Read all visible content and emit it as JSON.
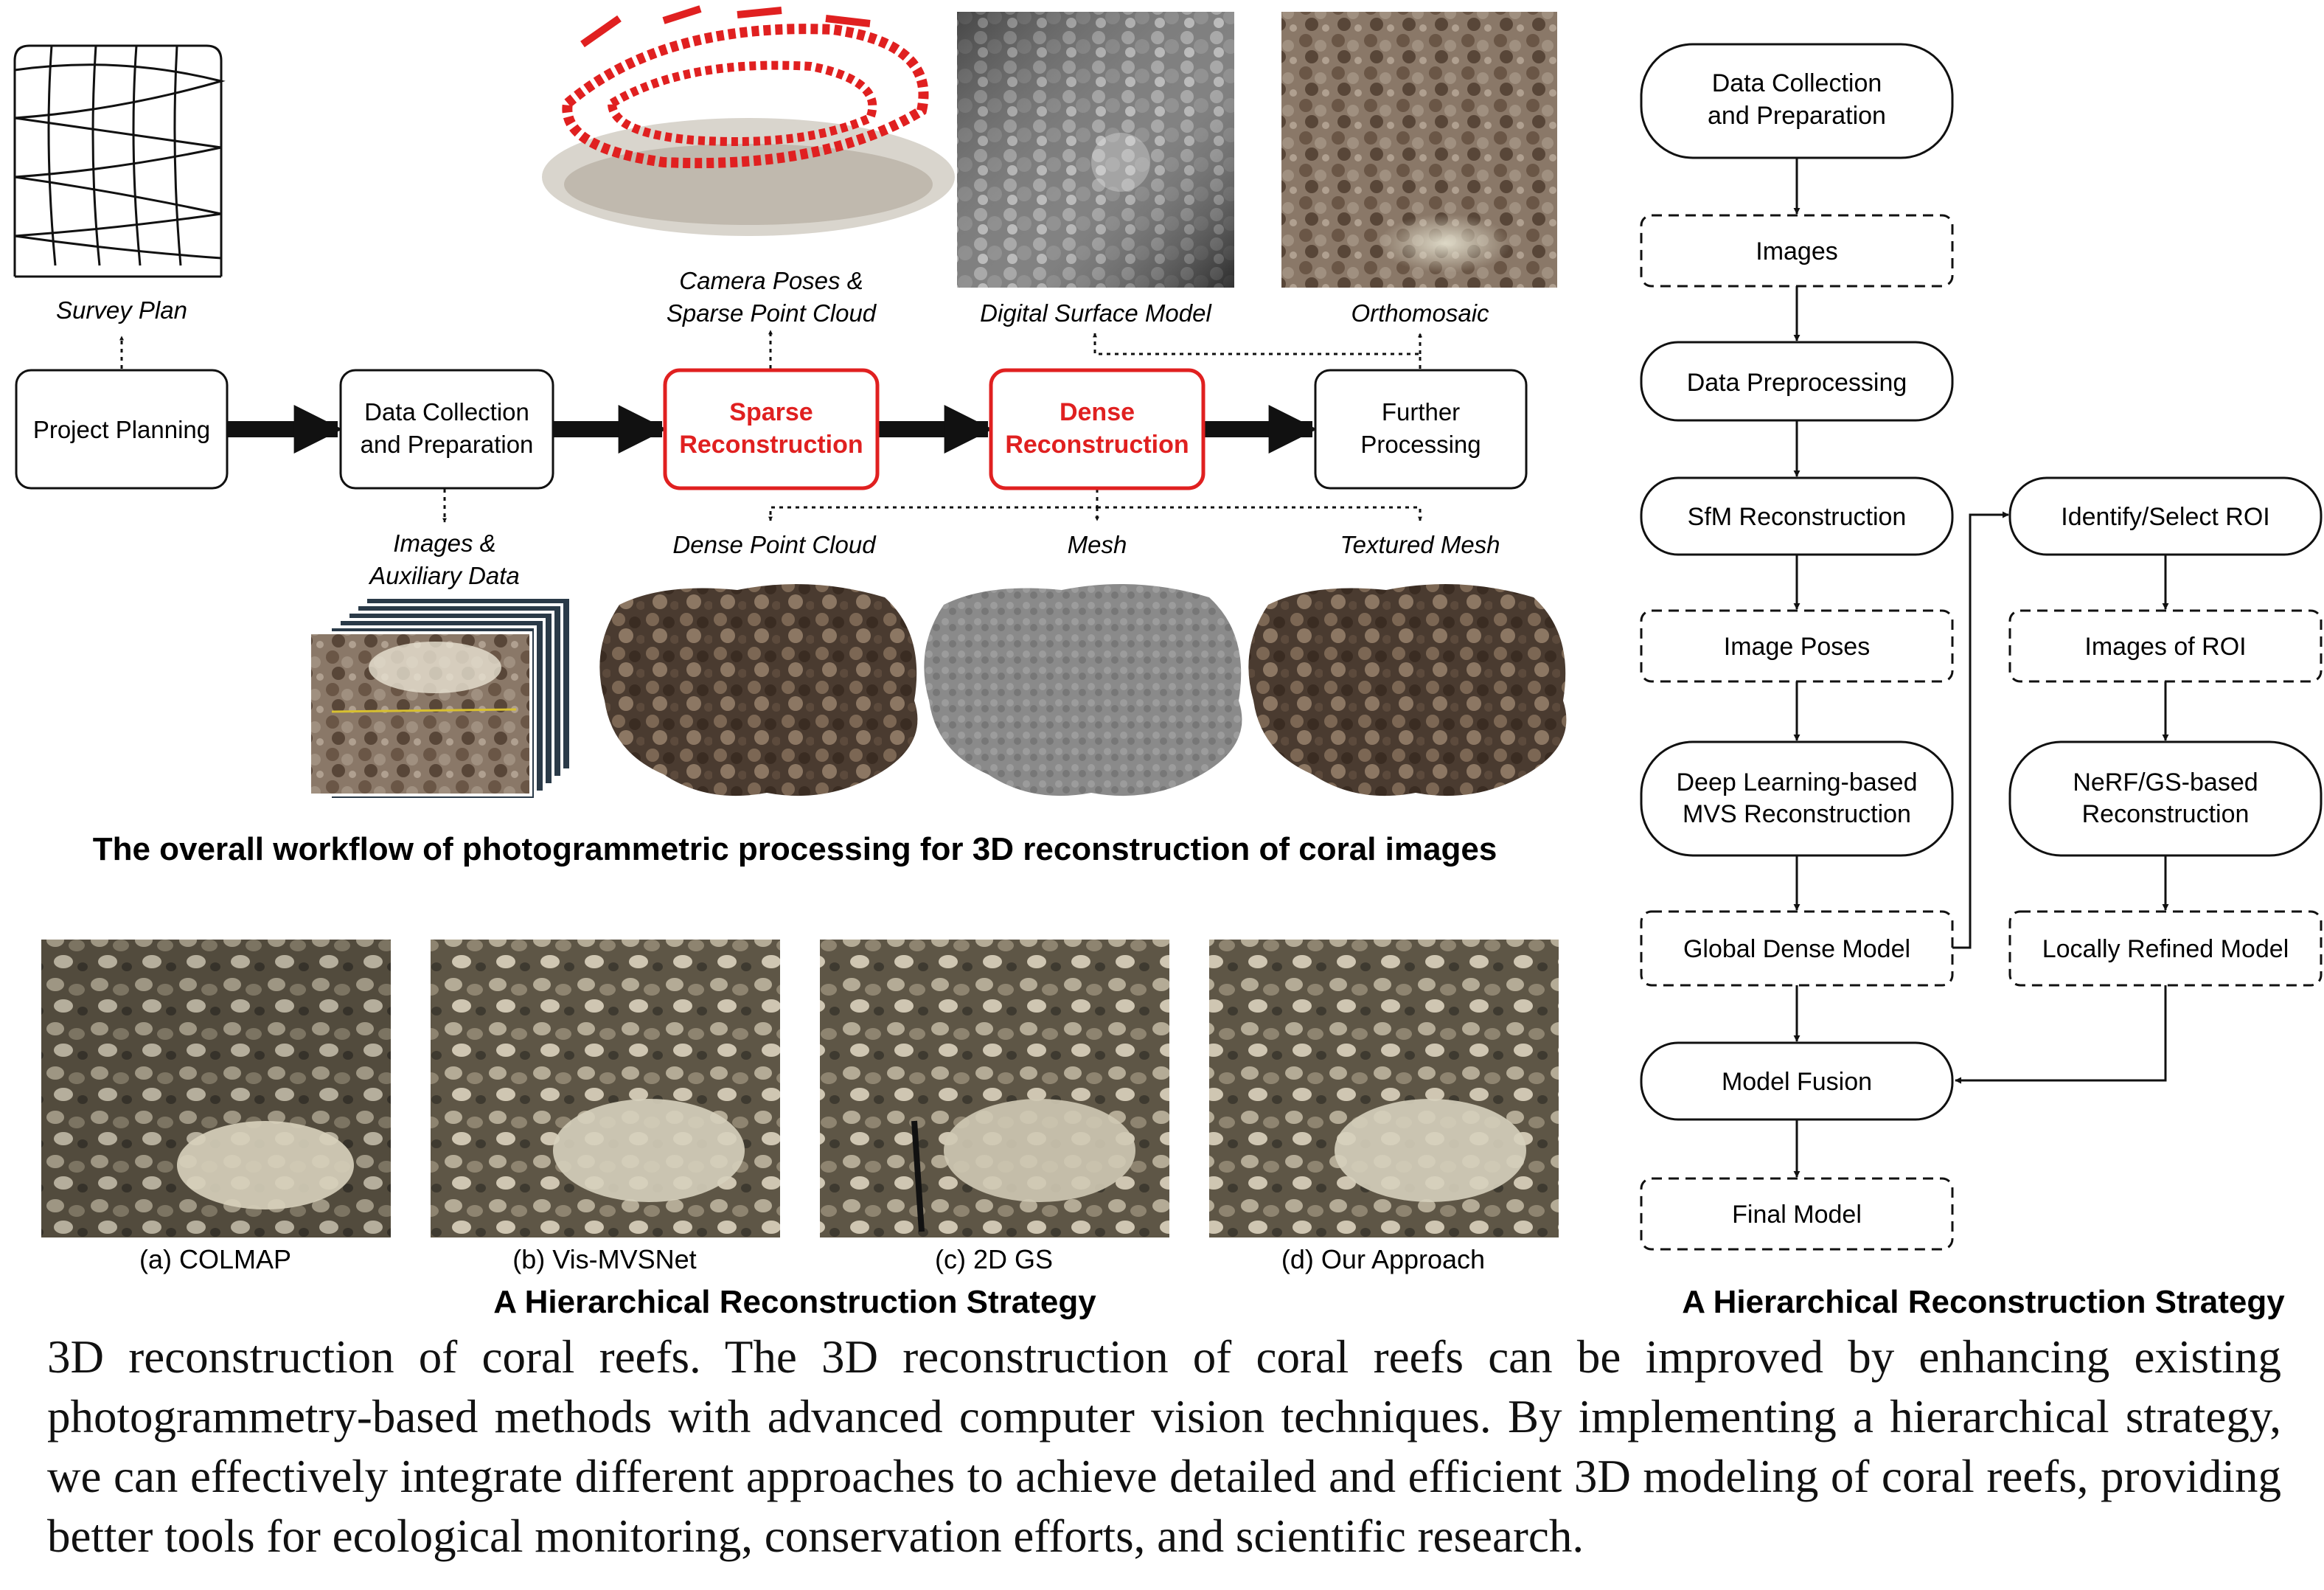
{
  "workflow": {
    "boxes": {
      "project_planning": "Project Planning",
      "data_collection": [
        "Data Collection",
        "and Preparation"
      ],
      "sparse": [
        "Sparse",
        "Reconstruction"
      ],
      "dense": [
        "Dense",
        "Reconstruction"
      ],
      "further": [
        "Further",
        "Processing"
      ]
    },
    "outputs": {
      "survey_plan": "Survey Plan",
      "images_aux": [
        "Images &",
        "Auxiliary Data"
      ],
      "camera_poses": [
        "Camera Poses &",
        "Sparse Point Cloud"
      ],
      "dense_point_cloud": "Dense Point Cloud",
      "dsm": "Digital Surface Model",
      "mesh": "Mesh",
      "orthomosaic": "Orthomosaic",
      "textured_mesh": "Textured Mesh"
    },
    "title": "The overall workflow of photogrammetric processing for 3D reconstruction of coral images"
  },
  "comparison": {
    "labels": [
      "(a) COLMAP",
      "(b) Vis-MVSNet",
      "(c) 2D GS",
      "(d) Our Approach"
    ],
    "title": "A Hierarchical Reconstruction Strategy"
  },
  "flowchart": {
    "main": {
      "data_collection": [
        "Data Collection",
        "and Preparation"
      ],
      "images": "Images",
      "preprocessing": "Data Preprocessing",
      "sfm": "SfM Reconstruction",
      "image_poses": "Image Poses",
      "mvs": [
        "Deep Learning-based",
        "MVS Reconstruction"
      ],
      "global_dense": "Global Dense Model",
      "fusion": "Model Fusion",
      "final": "Final Model"
    },
    "side": {
      "roi": "Identify/Select ROI",
      "images_roi": "Images of ROI",
      "nerf": [
        "NeRF/GS-based",
        "Reconstruction"
      ],
      "local_model": "Locally Refined Model"
    },
    "title": "A Hierarchical Reconstruction Strategy"
  },
  "caption": "3D reconstruction of coral reefs. The 3D reconstruction of coral reefs can be improved by enhancing existing photogrammetry-based methods with advanced computer vision techniques. By implementing a hierarchical strategy, we can effectively integrate different approaches to achieve detailed and efficient 3D modeling of coral reefs, providing better tools for ecological monitoring, conservation efforts, and scientific research.",
  "colors": {
    "accent_red": "#e02020",
    "line": "#111111"
  }
}
